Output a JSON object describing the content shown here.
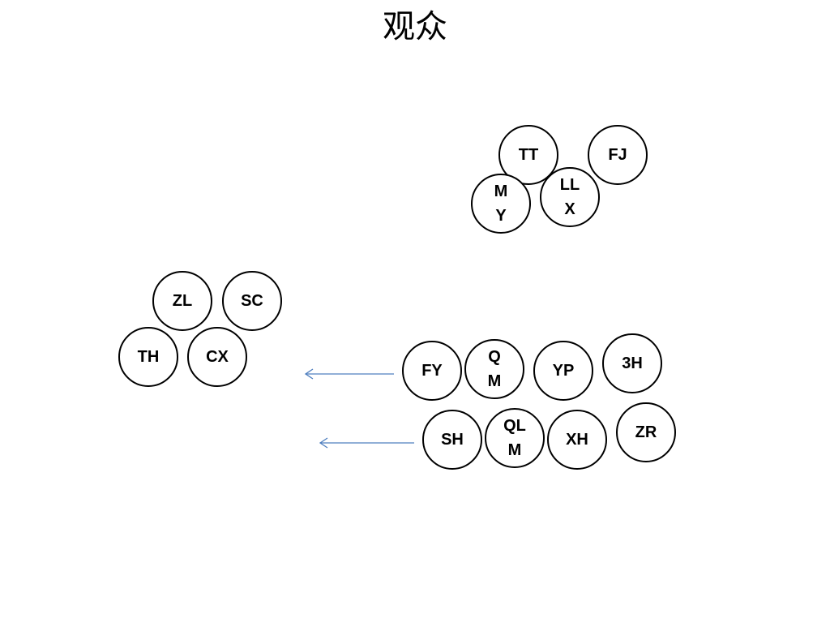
{
  "title": "观众",
  "nodes": {
    "tt": "TT",
    "fj": "FJ",
    "my": "M\nY",
    "llx": "LL\nX",
    "zl": "ZL",
    "sc": "SC",
    "th": "TH",
    "cx": "CX",
    "fy": "FY",
    "qm": "Q\nM",
    "yp": "YP",
    "3h": "3H",
    "sh": "SH",
    "qlm": "QL\nM",
    "xh": "XH",
    "zr": "ZR"
  },
  "colors": {
    "arrow": "#4f7fbf",
    "circle_border": "#000000"
  }
}
